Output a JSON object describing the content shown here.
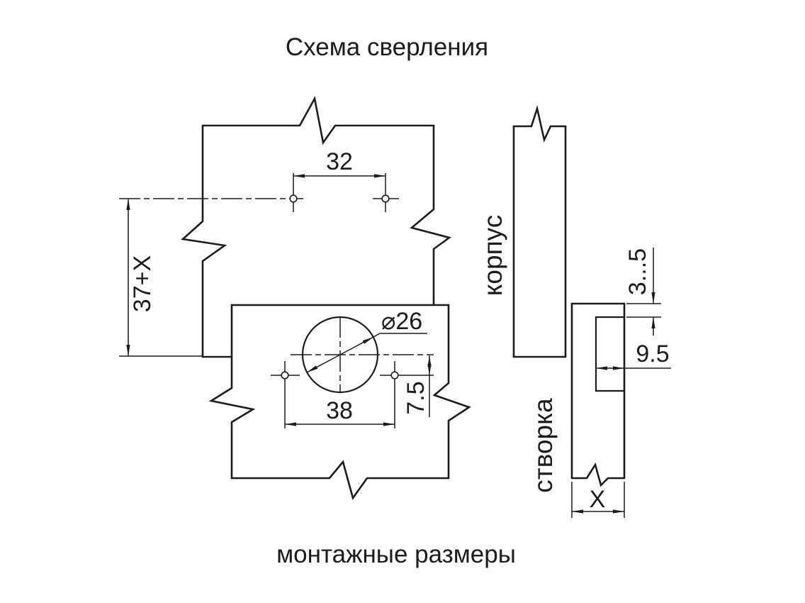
{
  "title": "Схема сверления",
  "caption": "монтажные размеры",
  "colors": {
    "line": "#1c1c1c",
    "background": "#ffffff"
  },
  "front_view": {
    "dim_hole_spacing": "32",
    "dim_vertical_offset": "37+X",
    "dim_cup_diameter": "⌀26",
    "dim_mount_hole_spacing": "38",
    "dim_cup_to_holes": "7.5"
  },
  "side_view": {
    "label_cabinet": "корпус",
    "label_door": "створка",
    "dim_edge_distance": "3...5",
    "dim_drill_depth": "9.5",
    "dim_door_thickness": "X"
  }
}
